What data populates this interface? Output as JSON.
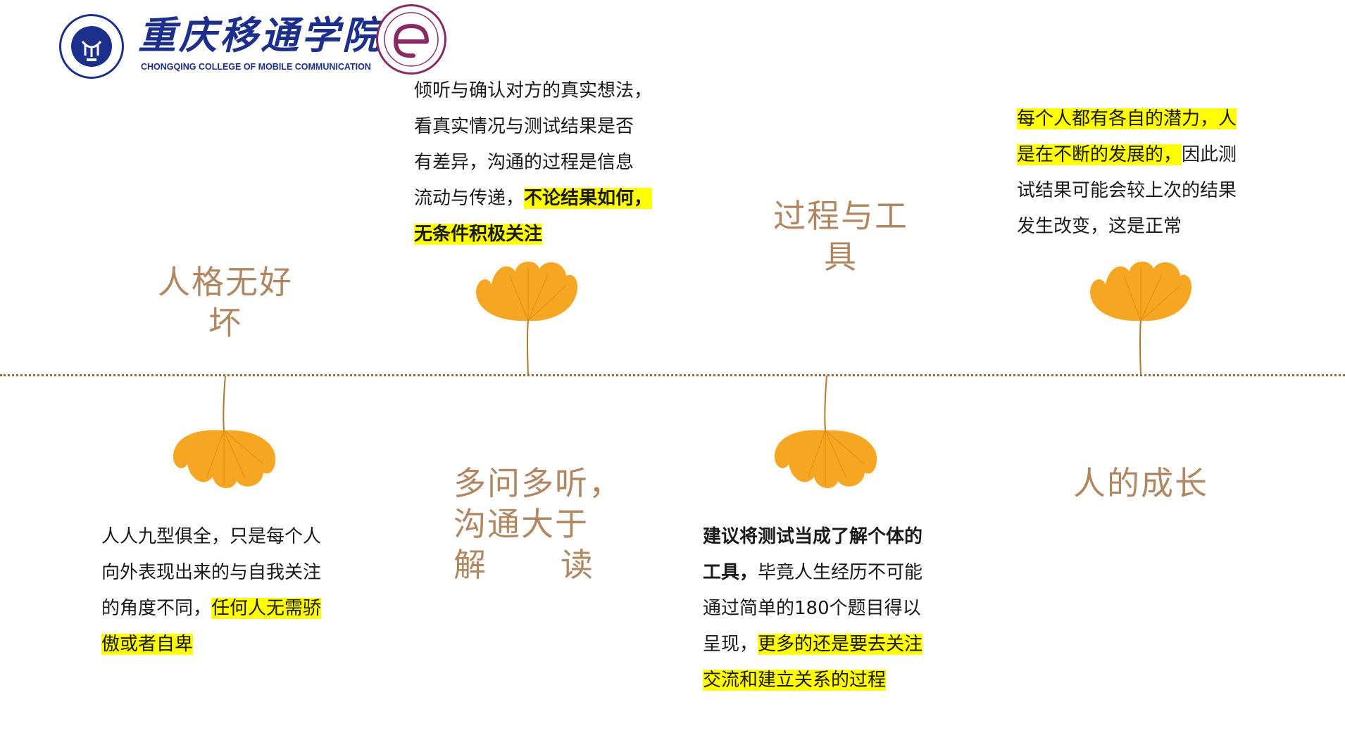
{
  "header": {
    "logo_title": "重庆移通学院",
    "logo_subtitle": "CHONGQING COLLEGE OF MOBILE COMMUNICATION"
  },
  "colors": {
    "title": "#b08760",
    "highlight": "#ffff00",
    "leaf": "#f5a623",
    "timeline": "#9a6a3c",
    "brand_blue": "#1d2f8c",
    "badge_purple": "#8a2a63"
  },
  "icons": [
    "college-emblem-icon",
    "computer-college-badge-icon",
    "ginkgo-leaf-icon"
  ],
  "sections": {
    "s1": {
      "title_l1": "人格无好",
      "title_l2": "坏",
      "text_1": "人人九型俱全，只是每个人",
      "text_2": "向外表现出来的与自我关注",
      "text_3a": "的角度不同，",
      "text_3b": "任何人无需骄",
      "text_4": "傲或者自卑"
    },
    "s2": {
      "title_l1": "多问多听，",
      "title_l2": "沟通大于",
      "title_l3a": "解",
      "title_l3b": "读",
      "text_1": "倾听与确认对方的真实想法，",
      "text_2": "看真实情况与测试结果是否",
      "text_3": "有差异，沟通的过程是信息",
      "text_4a": "流动与传递，",
      "text_4b": "不论结果如何，",
      "text_5": "无条件积极关注"
    },
    "s3": {
      "title_l1": "过程与工",
      "title_l2": "具",
      "text_1": "建议将测试当成了解个体的",
      "text_2a": "工具，",
      "text_2b": "毕竟人生经历不可能",
      "text_3": "通过简单的180个题目得以",
      "text_4a": "呈现，",
      "text_4b": "更多的还是要去关注",
      "text_5": "交流和建立关系的过程"
    },
    "s4": {
      "title": "人的成长",
      "text_1": "每个人都有各自的潜力，人",
      "text_2a": "是在不断的发展的，",
      "text_2b": "因此测",
      "text_3": "试结果可能会较上次的结果",
      "text_4": "发生改变，这是正常"
    }
  }
}
